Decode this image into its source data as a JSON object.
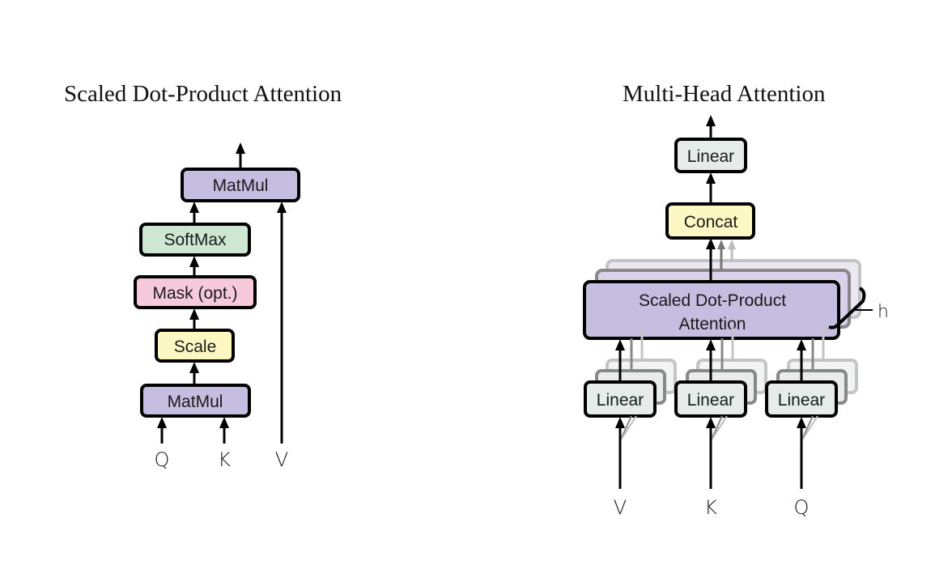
{
  "left_diagram": {
    "title": "Scaled Dot-Product Attention",
    "blocks": {
      "matmul_top": {
        "label": "MatMul",
        "color": "#c5bee0"
      },
      "softmax": {
        "label": "SoftMax",
        "color": "#cde7d3"
      },
      "mask": {
        "label": "Mask (opt.)",
        "color": "#f6c9db"
      },
      "scale": {
        "label": "Scale",
        "color": "#fdf8c3"
      },
      "matmul_bottom": {
        "label": "MatMul",
        "color": "#c5bee0"
      }
    },
    "inputs": {
      "q": "Q",
      "k": "K",
      "v": "V"
    }
  },
  "right_diagram": {
    "title": "Multi-Head Attention",
    "blocks": {
      "linear_top": {
        "label": "Linear",
        "color": "#e6ecea"
      },
      "concat": {
        "label": "Concat",
        "color": "#fdf8c3"
      },
      "attention": {
        "label_line1": "Scaled Dot-Product",
        "label_line2": "Attention",
        "color": "#c5bee0"
      },
      "linear_v": {
        "label": "Linear",
        "color": "#e6ecea"
      },
      "linear_k": {
        "label": "Linear",
        "color": "#e6ecea"
      },
      "linear_q": {
        "label": "Linear",
        "color": "#e6ecea"
      }
    },
    "heads_label": "h",
    "inputs": {
      "v": "V",
      "k": "K",
      "q": "Q"
    }
  }
}
